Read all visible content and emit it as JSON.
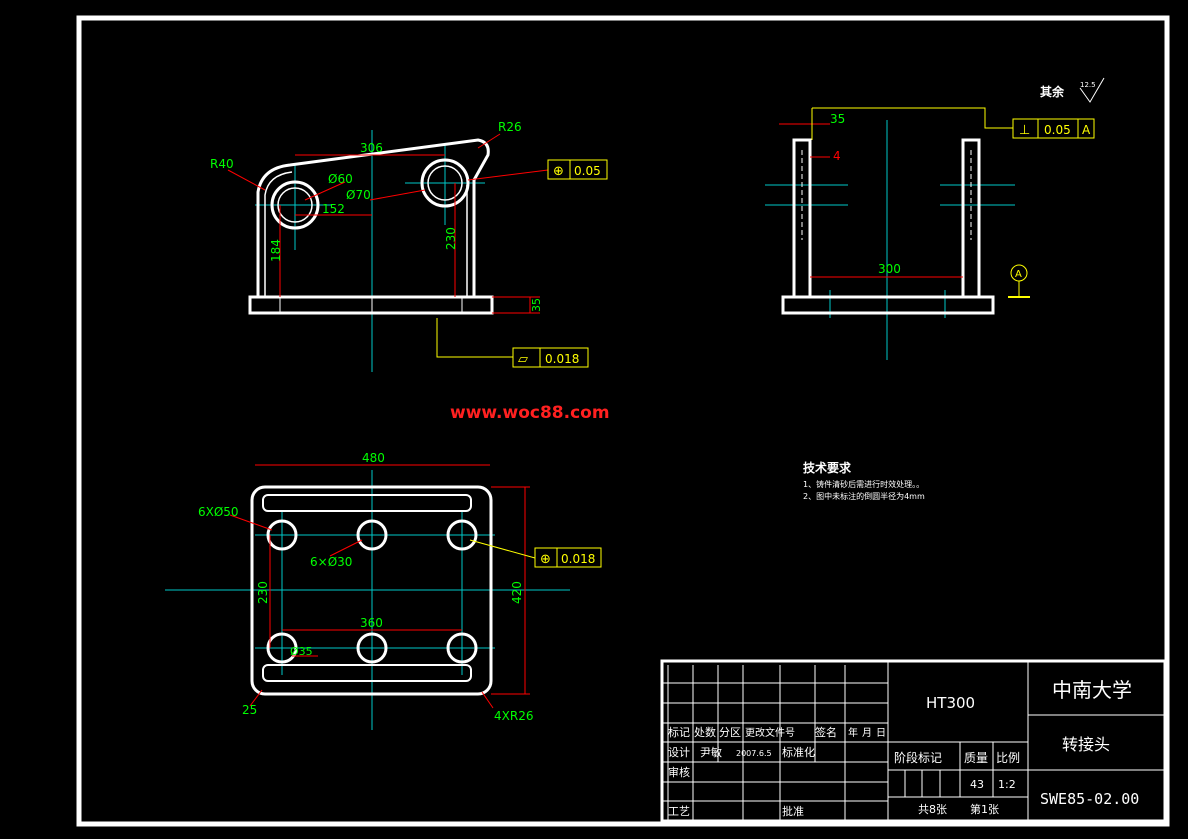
{
  "watermark": "www.woc88.com",
  "surface_finish": {
    "label": "其余",
    "value": "12.5"
  },
  "front_view": {
    "dims": {
      "r40": "R40",
      "r26": "R26",
      "d306": "306",
      "d60": "Ø60",
      "d70": "Ø70",
      "d152": "152",
      "d184": "184",
      "d230": "230",
      "d35": "35"
    },
    "tol_position": {
      "symbol": "⊕",
      "value": "0.05"
    },
    "tol_flatness": {
      "symbol": "▱",
      "value": "0.018"
    }
  },
  "side_view": {
    "dims": {
      "d35": "35",
      "d4": "4",
      "d300": "300"
    },
    "tol_perp": {
      "symbol": "⊥",
      "value": "0.05",
      "datum": "A"
    },
    "datum": "A"
  },
  "top_view": {
    "dims": {
      "d480": "480",
      "holes_large": "6XØ50",
      "holes_small": "6×Ø30",
      "d230": "230",
      "d420": "420",
      "d360": "360",
      "d35": "Ø35",
      "d25": "25",
      "corner_r": "4XR26"
    },
    "tol_position": {
      "symbol": "⊕",
      "value": "0.018"
    }
  },
  "tech_req": {
    "title": "技术要求",
    "items": [
      "1、铸件清砂后需进行时效处理。。",
      "2、图中未标注的倒圆半径为4mm"
    ]
  },
  "title_block": {
    "material": "HT300",
    "school": "中南大学",
    "part_name": "转接头",
    "drawing_no": "SWE85-02.00",
    "header_labels": [
      "标记",
      "处数",
      "分区",
      "更改文件号",
      "签名",
      "年",
      "月",
      "日"
    ],
    "row_design": {
      "label": "设计",
      "name": "尹敏",
      "date": "2007.6.5",
      "std": "标准化"
    },
    "row_check": {
      "label": "审核"
    },
    "row_process": {
      "label": "工艺",
      "approve": "批准"
    },
    "stage_label": "阶段标记",
    "mass_label": "质量",
    "scale_label": "比例",
    "mass": "43",
    "scale": "1:2",
    "sheets_total": "共8张",
    "sheet_no": "第1张"
  },
  "colors": {
    "outline": "#ffffff",
    "dim_text": "#00ff00",
    "leader": "#ff0000",
    "center": "#00c8c8",
    "tol": "#ffff00",
    "watermark": "#ff2020"
  }
}
